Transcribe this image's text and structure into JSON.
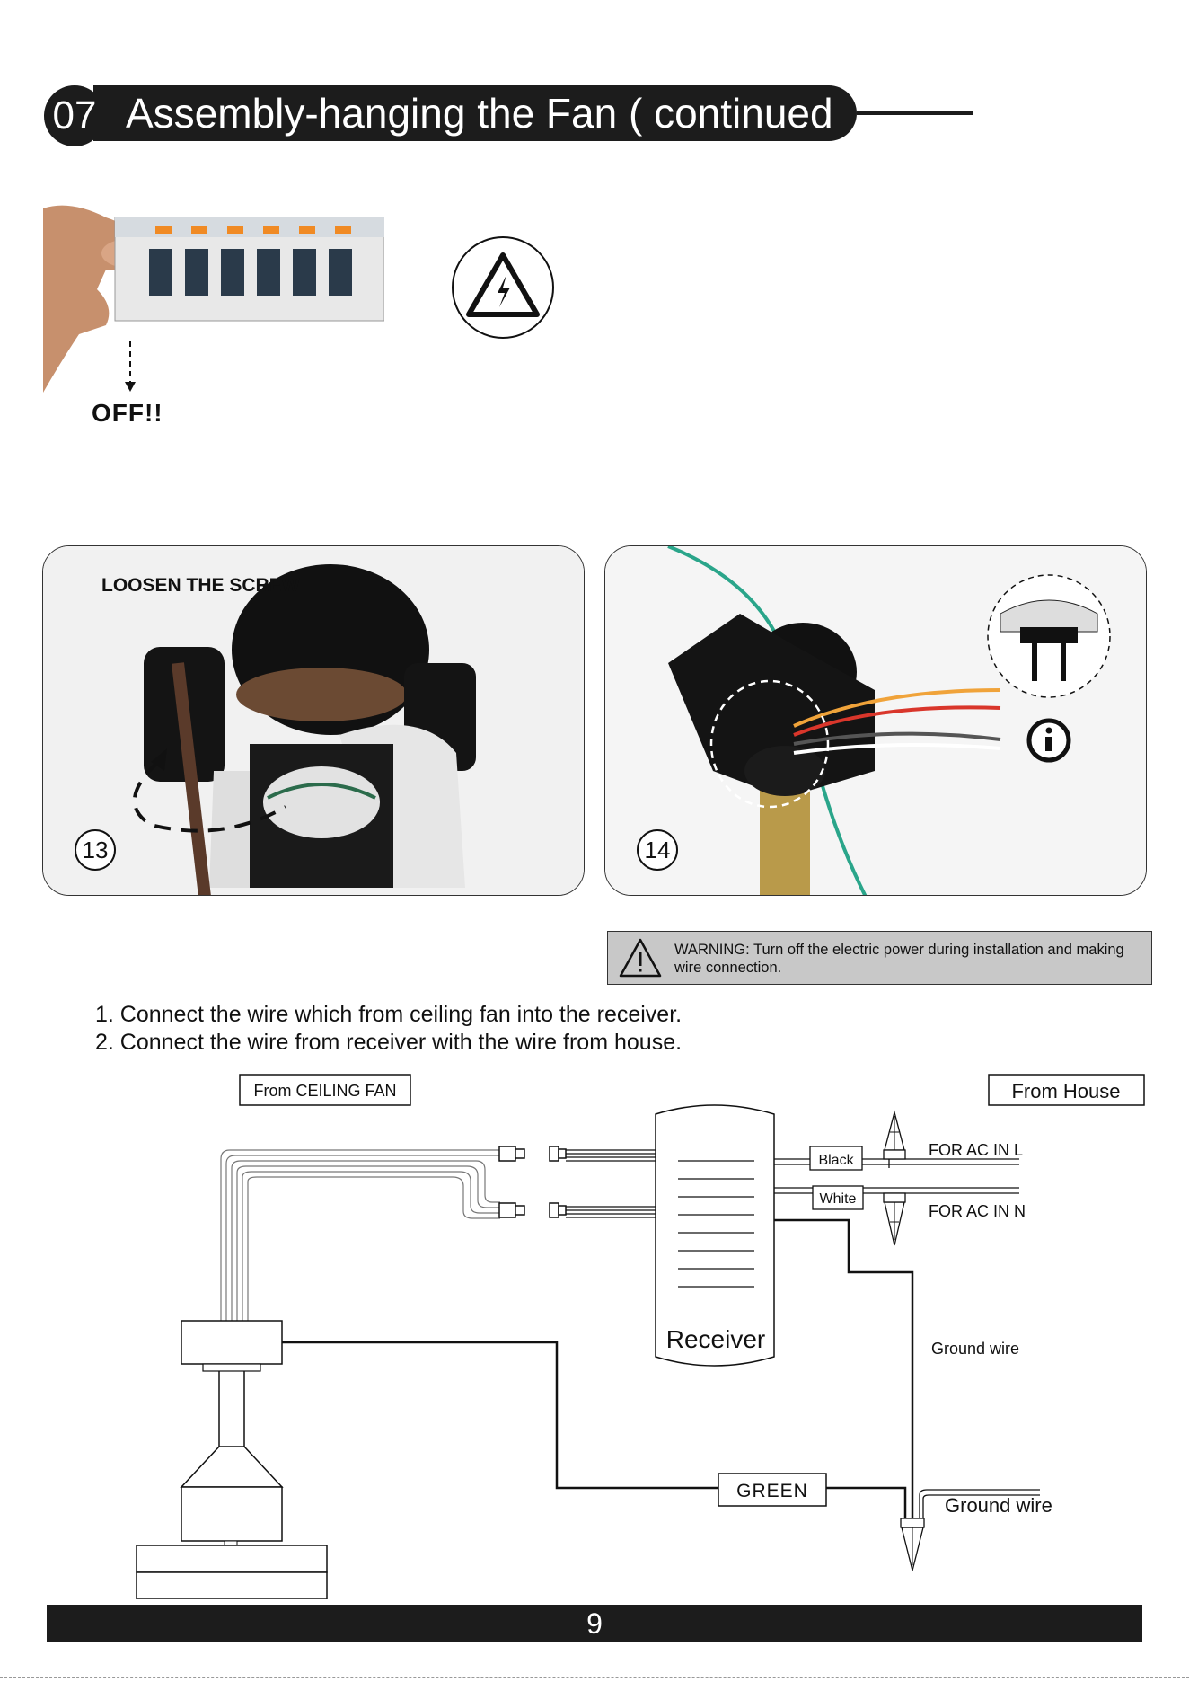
{
  "header": {
    "step_number": "07",
    "title": "Assembly-hanging the Fan ( continued )"
  },
  "breaker": {
    "off_label": "OFF!!"
  },
  "panels": [
    {
      "caption": "LOOSEN THE SCREW",
      "number": "13"
    },
    {
      "caption": "",
      "number": "14"
    }
  ],
  "warning": {
    "text": "WARNING: Turn off the electric power during installation and making wire connection."
  },
  "instructions": [
    "1. Connect the wire which from ceiling fan  into the receiver.",
    "2. Connect the wire from receiver with the wire from house."
  ],
  "diagram": {
    "from_fan": "From CEILING FAN",
    "from_house": "From House",
    "receiver": "Receiver",
    "black": "Black",
    "white": "White",
    "ac_l": "FOR AC IN L",
    "ac_n": "FOR AC IN N",
    "ground_wire_1": "Ground wire",
    "ground_wire_2": "Ground wire",
    "green": "GREEN"
  },
  "footer": {
    "page_number": "9"
  }
}
